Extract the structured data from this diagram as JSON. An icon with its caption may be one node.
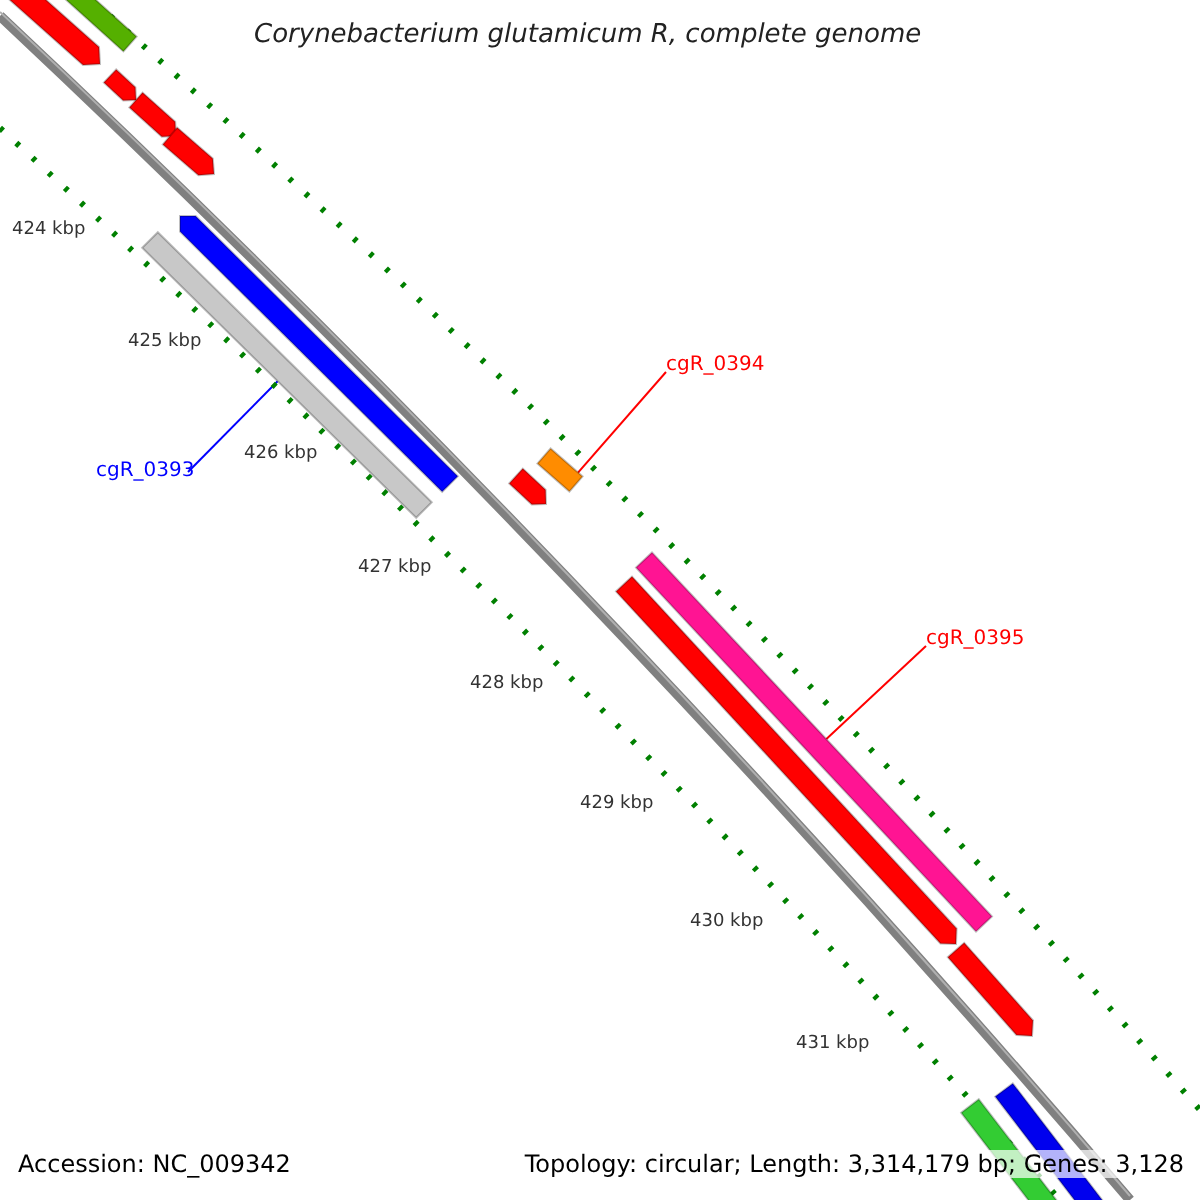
{
  "diagram": {
    "title": "Corynebacterium glutamicum R, complete genome",
    "nodes": [
      {
        "text": [],
        "shape": "bar"
      },
      {
        "text": [],
        "shape": "bar"
      },
      {
        "text": [],
        "shape": "bar"
      },
      {
        "text": [],
        "shape": "bar"
      },
      {
        "text": [],
        "shape": "bar"
      },
      {
        "text": [],
        "shape": "bar"
      },
      {
        "text": [],
        "shape": "bar"
      },
      {
        "text": [
          "cgR_0393"
        ]
      },
      {
        "text": [
          "cgR_0394"
        ]
      },
      {
        "text": [],
        "shape": "bar"
      },
      {
        "text": [],
        "shape": "bar"
      },
      {
        "text": [],
        "shape": "bar"
      },
      {
        "text": [],
        "shape": "bar"
      },
      {
        "text": [
          "cgR_0395"
        ]
      },
      {
        "text": [],
        "shape": "bar"
      },
      {
        "text": [],
        "shape": "bar"
      },
      {
        "text": [],
        "shape": "bar"
      }
    ],
    "edges": [
      {
        "from": 7,
        "to": 6,
        "arrow": "none",
        "color": "#0000ff"
      },
      {
        "from": 8,
        "to": 10,
        "arrow": "none"
      },
      {
        "from": 13,
        "to": 11,
        "arrow": "none"
      }
    ],
    "labels": [
      "424 kbp",
      "425 kbp",
      "426 kbp",
      "427 kbp",
      "428 kbp",
      "429 kbp",
      "430 kbp",
      "431 kbp",
      "Accession: NC_009342",
      "Topology: circular; Length: 3,314,179 bp; Genes: 3,128"
    ]
  }
}
